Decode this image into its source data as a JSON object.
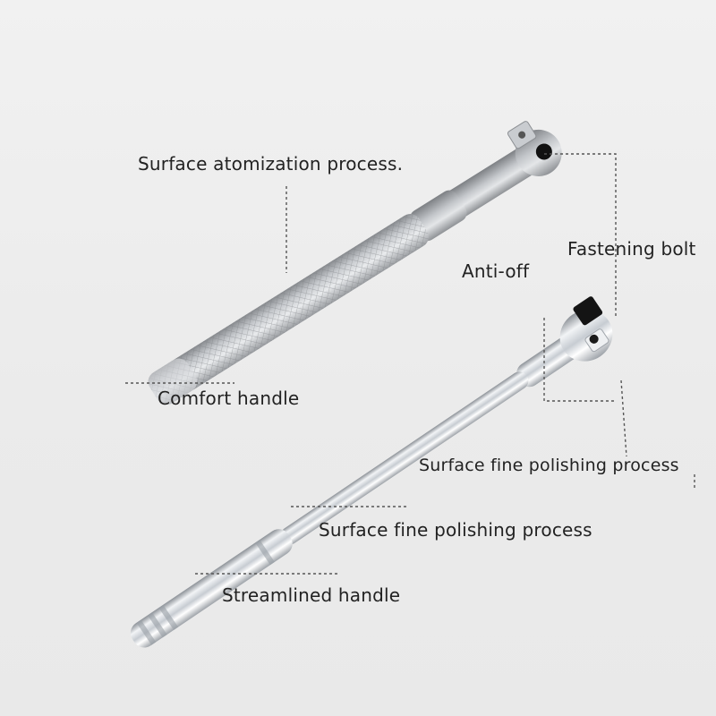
{
  "labels": {
    "surface_atomization": "Surface atomization process.",
    "fastening_bolt": "Fastening bolt",
    "anti_off": "Anti-off",
    "comfort_handle": "Comfort handle",
    "surface_fine_polishing_right": "Surface fine polishing process",
    "surface_fine_polishing_center": "Surface fine polishing process",
    "streamlined_handle": "Streamlined handle"
  },
  "colors": {
    "background": "#eeeeee",
    "label_text": "#222222",
    "leader_line": "#555555",
    "matte_steel": "#b9bcc0",
    "chrome": "#dcdfe3"
  }
}
